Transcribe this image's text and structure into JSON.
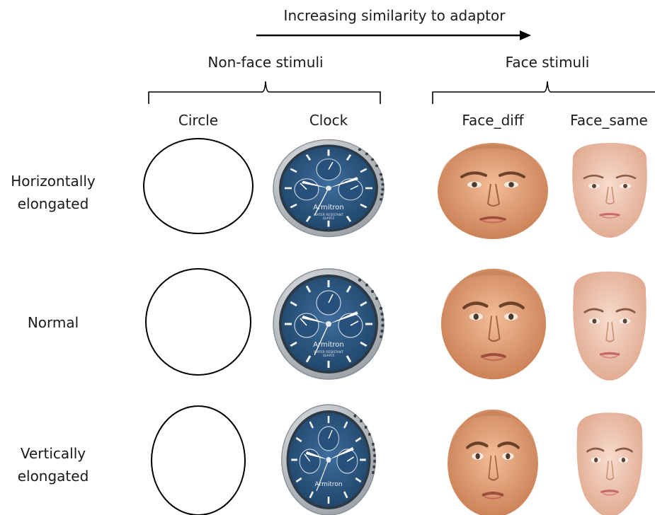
{
  "header": {
    "arrow_label": "Increasing similarity to adaptor"
  },
  "groups": {
    "nonface": "Non-face stimuli",
    "face": "Face stimuli"
  },
  "columns": [
    "Circle",
    "Clock",
    "Face_diff",
    "Face_same"
  ],
  "rows": [
    {
      "label_line1": "Horizontally",
      "label_line2": "elongated"
    },
    {
      "label_line1": "Normal",
      "label_line2": ""
    },
    {
      "label_line1": "Vertically",
      "label_line2": "elongated"
    }
  ],
  "clock": {
    "brand": "Armitron",
    "sub1": "WATER RESISTANT",
    "sub2": "QUARTZ"
  },
  "colors": {
    "clock_dial": "#2f5a86",
    "clock_bezel": "#c9cdd2",
    "skin_diff": "#e6a57c",
    "skin_same": "#f0c4ae"
  }
}
